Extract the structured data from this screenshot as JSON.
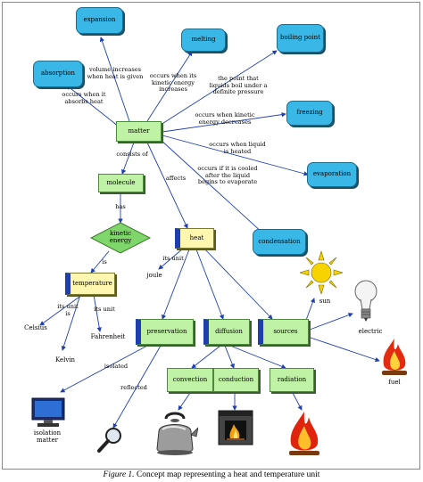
{
  "nodes": {
    "expansion": "expansion",
    "melting": "melting",
    "boiling_point": "boiling point",
    "absorption": "absorption",
    "freezing": "freezing",
    "matter": "matter",
    "evaporation": "evaporation",
    "molecule": "molecule",
    "condensation": "condensation",
    "kinetic_energy": "kinetic\nenergy",
    "heat": "heat",
    "temperature": "temperature",
    "preservation": "preservation",
    "diffusion": "diffusion",
    "sources": "sources",
    "convection": "convection",
    "conduction": "conduction",
    "radiation": "radiation"
  },
  "link_labels": {
    "volume_increases": "volume increases\nwhen heat is given",
    "occurs_melting": "occurs when its\nkinetic energy\nincreases",
    "boils": "the point that\nliquids boil under a\ndefinite pressure",
    "absorbs": "occurs when it\nabsorbs heat",
    "kinetic_decreases": "occurs when kinetic\nenergy decreases",
    "liquid_heated": "occurs when liquid\nis heated",
    "consists_of": "consists of",
    "affects": "affects",
    "cooled": "occurs if it is cooled\nafter the liquid\nbegins to evaporate",
    "has": "has",
    "is": "is",
    "its_unit_heat": "its unit",
    "its_unit_1": "its unit\nis",
    "its_unit_2": "its unit",
    "isolated": "isolated",
    "reflected": "reflected"
  },
  "plain_labels": {
    "joule": "joule",
    "celsius": "Celsius",
    "fahrenheit": "Fahrenheit",
    "kelvin": "Kelvin",
    "sun": "sun",
    "electric": "electric",
    "fuel": "fuel",
    "isolation_matter": "isolation\nmatter"
  },
  "caption": {
    "figure": "Figure 1.",
    "text": " Concept map representing a heat and temperature unit"
  },
  "colors": {
    "blue_node": "#39b8e8",
    "green_node": "#bff2a5",
    "yellow_node": "#fff7b0",
    "tab": "#1f3fb0",
    "line": "#1f3fb0"
  },
  "icons": [
    "sun-icon",
    "light-bulb-icon",
    "fire-icon",
    "monitor-icon",
    "magnifier-icon",
    "kettle-icon",
    "fireplace-icon",
    "flame-icon"
  ]
}
